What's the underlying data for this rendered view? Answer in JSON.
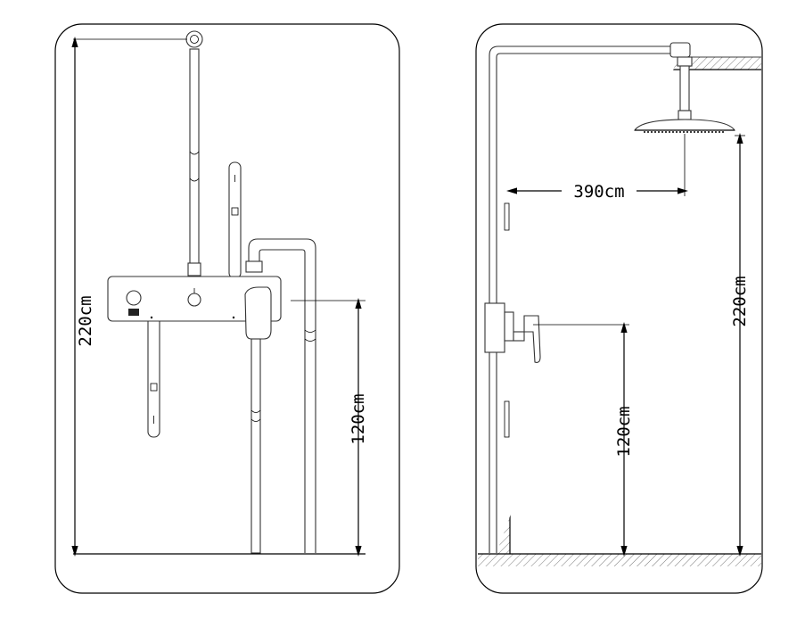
{
  "left_panel": {
    "total_height_label": "220cm",
    "valve_height_label": "120cm"
  },
  "right_panel": {
    "arm_length_label": "390cm",
    "total_height_label": "220cm",
    "valve_height_label": "120cm"
  }
}
